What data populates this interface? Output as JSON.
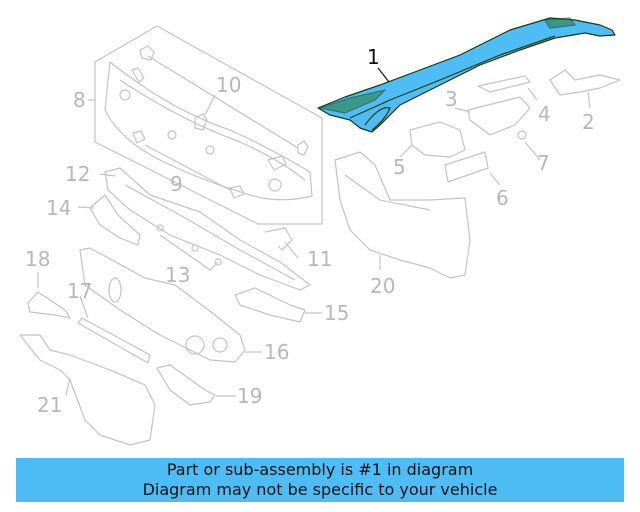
{
  "diagram": {
    "highlight_color": "#4ebcf5",
    "part_outline_color": "#1a3a0a",
    "inactive_color": "#c4c4c4",
    "highlighted_part": "1",
    "callouts": [
      {
        "id": "1",
        "label": "1"
      },
      {
        "id": "2",
        "label": "2"
      },
      {
        "id": "3",
        "label": "3"
      },
      {
        "id": "4",
        "label": "4"
      },
      {
        "id": "5",
        "label": "5"
      },
      {
        "id": "6",
        "label": "6"
      },
      {
        "id": "7",
        "label": "7"
      },
      {
        "id": "8",
        "label": "8"
      },
      {
        "id": "9",
        "label": "9"
      },
      {
        "id": "10",
        "label": "10"
      },
      {
        "id": "11",
        "label": "11"
      },
      {
        "id": "12",
        "label": "12"
      },
      {
        "id": "13",
        "label": "13"
      },
      {
        "id": "14",
        "label": "14"
      },
      {
        "id": "15",
        "label": "15"
      },
      {
        "id": "16",
        "label": "16"
      },
      {
        "id": "17",
        "label": "17"
      },
      {
        "id": "18",
        "label": "18"
      },
      {
        "id": "19",
        "label": "19"
      },
      {
        "id": "20",
        "label": "20"
      },
      {
        "id": "21",
        "label": "21"
      }
    ]
  },
  "banner": {
    "line1": "Part or sub-assembly is #1 in diagram",
    "line2": "Diagram may not be specific to your vehicle",
    "background": "#4ebcf5"
  }
}
